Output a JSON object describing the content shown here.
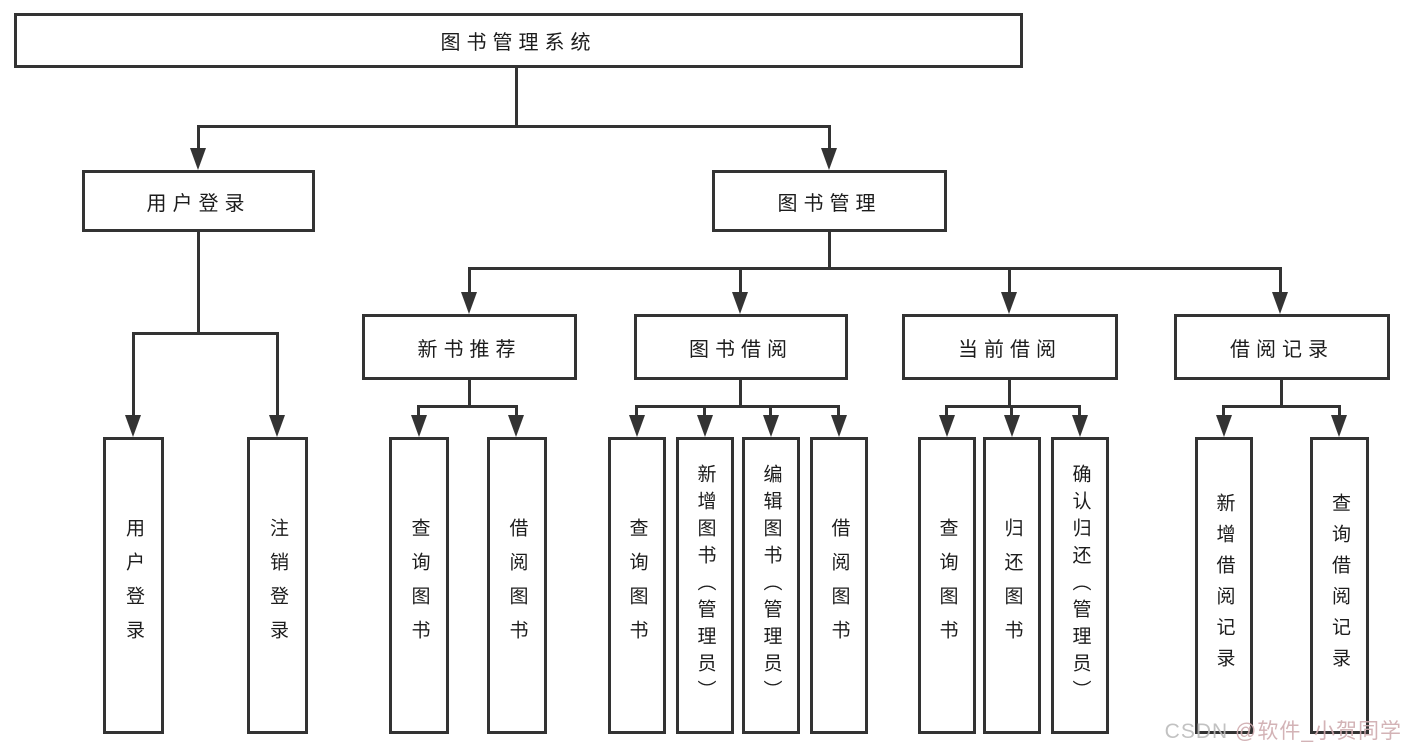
{
  "diagram": {
    "root": {
      "label": "图书管理系统"
    },
    "branches": [
      {
        "label": "用户登录",
        "children": [
          {
            "label": "用户登录"
          },
          {
            "label": "注销登录"
          }
        ]
      },
      {
        "label": "图书管理",
        "children": [
          {
            "label": "新书推荐",
            "children": [
              {
                "label": "查询图书"
              },
              {
                "label": "借阅图书"
              }
            ]
          },
          {
            "label": "图书借阅",
            "children": [
              {
                "label": "查询图书"
              },
              {
                "label": "新增图书（管理员）"
              },
              {
                "label": "编辑图书（管理员）"
              },
              {
                "label": "借阅图书"
              }
            ]
          },
          {
            "label": "当前借阅",
            "children": [
              {
                "label": "查询图书"
              },
              {
                "label": "归还图书"
              },
              {
                "label": "确认归还（管理员）"
              }
            ]
          },
          {
            "label": "借阅记录",
            "children": [
              {
                "label": "新增借阅记录"
              },
              {
                "label": "查询借阅记录"
              }
            ]
          }
        ]
      }
    ]
  },
  "watermark": {
    "prefix": "CSDN ",
    "handle": "@软件_小贺同学"
  },
  "colors": {
    "line": "#333333",
    "text": "#1c1c1c",
    "background": "#ffffff",
    "watermark_gray": "#bcbcbc",
    "watermark_pink": "#cfabaf"
  }
}
